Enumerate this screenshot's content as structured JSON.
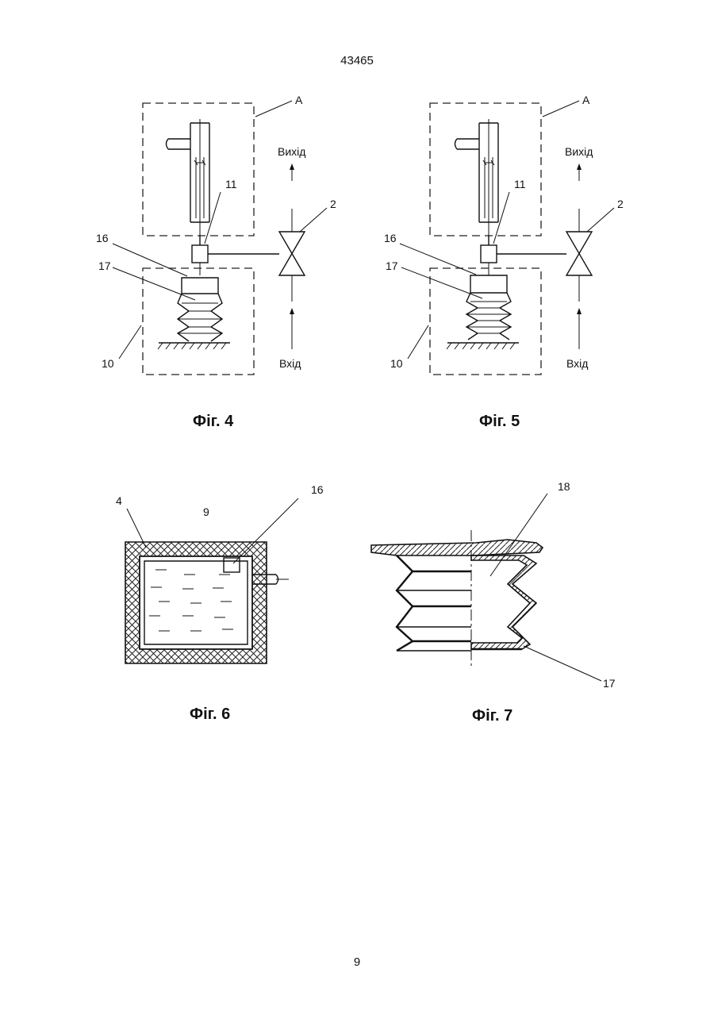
{
  "header": {
    "doc_number": "43465"
  },
  "footer": {
    "page_number": "9"
  },
  "figures": [
    {
      "caption": "Фіг. 4",
      "labels": {
        "a": "А",
        "out": "Вихід",
        "in": "Вхід",
        "n11": "11",
        "n2": "2",
        "n16": "16",
        "n17": "17",
        "n10": "10"
      }
    },
    {
      "caption": "Фіг. 5",
      "labels": {
        "a": "А",
        "out": "Вихід",
        "in": "Вхід",
        "n11": "11",
        "n2": "2",
        "n16": "16",
        "n17": "17",
        "n10": "10"
      }
    },
    {
      "caption": "Фіг. 6",
      "labels": {
        "n4": "4",
        "n9": "9",
        "n16": "16"
      }
    },
    {
      "caption": "Фіг. 7",
      "labels": {
        "n18": "18",
        "n17": "17"
      }
    }
  ]
}
